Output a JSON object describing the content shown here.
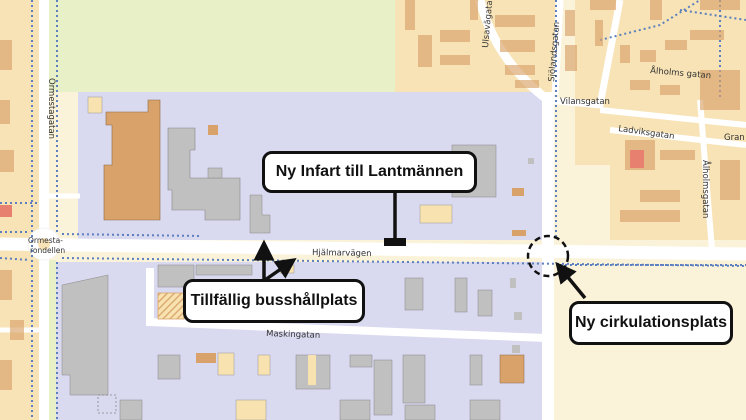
{
  "streets": {
    "ormestagatan": "Ormestagatan",
    "ulsavagatan": "Ulsavägatan",
    "sjolandsgatan": "Sjölandsgatan",
    "vilansgatan": "Vilansgatan",
    "alholmsgatan_top": "Ålholms gatan",
    "ladviksgatan": "Ladviksgatan",
    "gran": "Gran",
    "alholmsgatan_side": "Ålholmsgatan",
    "ormesta_rondellen_1": "Ormesta-",
    "ormesta_rondellen_2": "rondellen",
    "hjalmarvagen": "Hjälmarvägen",
    "maskingatan": "Maskingatan"
  },
  "callouts": {
    "infart": "Ny Infart till Lantmännen",
    "busshallplats": "Tillfällig busshållplats",
    "cirkulationsplats": "Ny cirkulationsplats"
  },
  "colors": {
    "background": "#fbf3d9",
    "industrial_area": "#d9d9f0",
    "residential_area": "#f7e3b5",
    "green_area": "#e8f0c8",
    "building_gray": "#c0c0c0",
    "building_orange": "#d9a26a",
    "building_cream": "#f7e2b0",
    "road": "#ffffff",
    "blue_dotted_path": "#5b7fbf",
    "callout_border": "#111111"
  }
}
